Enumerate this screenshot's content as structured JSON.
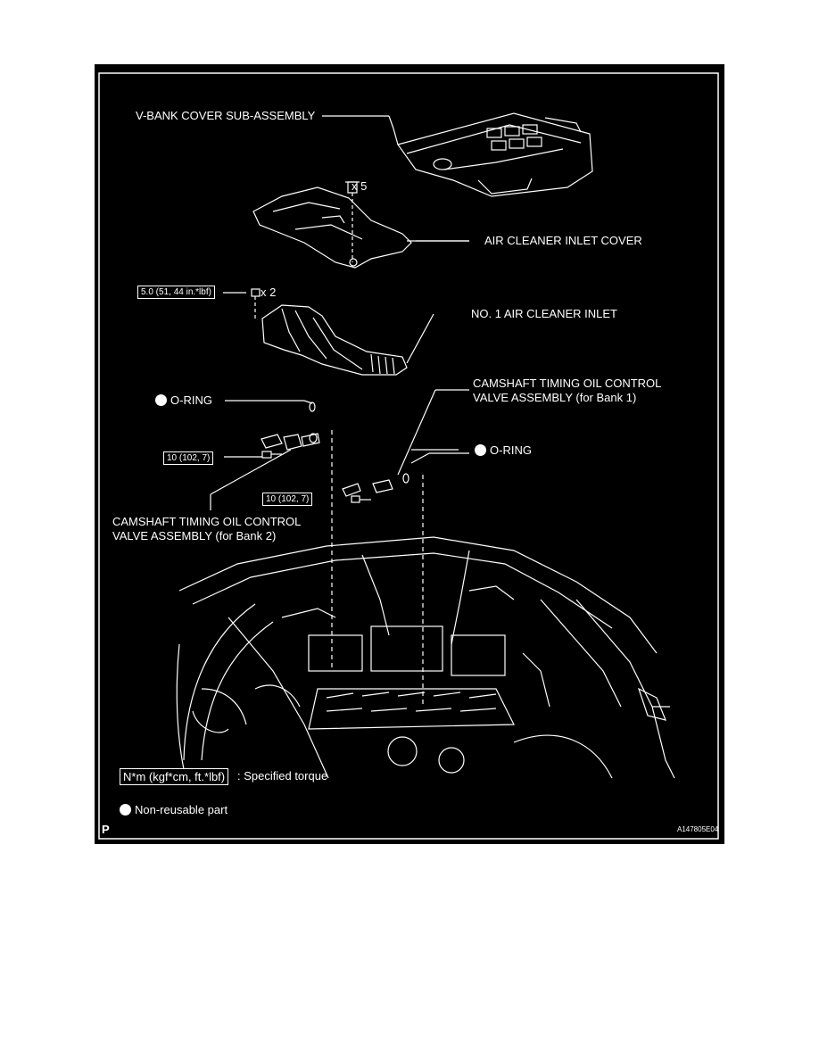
{
  "diagram": {
    "labels": {
      "vbank_cover": "V-BANK COVER SUB-ASSEMBLY",
      "air_cleaner_inlet_cover": "AIR CLEANER INLET COVER",
      "no1_air_cleaner_inlet": "NO. 1 AIR CLEANER INLET",
      "oring_left": "O-RING",
      "oring_right": "O-RING",
      "camshaft_bank1_line1": "CAMSHAFT TIMING OIL CONTROL",
      "camshaft_bank1_line2": "VALVE ASSEMBLY (for Bank 1)",
      "camshaft_bank2_line1": "CAMSHAFT TIMING OIL CONTROL",
      "camshaft_bank2_line2": "VALVE ASSEMBLY (for Bank 2)"
    },
    "quantities": {
      "cover_nuts": "x 5",
      "inlet_bolts": "x 2"
    },
    "torques": {
      "inlet_bolt": "5.0 (51, 44 in.*lbf)",
      "bank2_bolt": "10 (102, 7)",
      "bank1_bolt": "10 (102, 7)"
    },
    "legend": {
      "torque_box": "N*m (kgf*cm, ft.*lbf)",
      "torque_text": ": Specified torque",
      "nonreusable_text": "Non-reusable part"
    },
    "corner_letter": "P",
    "figure_code": "A147805E04"
  },
  "colors": {
    "background": "#000000",
    "ink": "#ffffff",
    "page": "#ffffff"
  }
}
